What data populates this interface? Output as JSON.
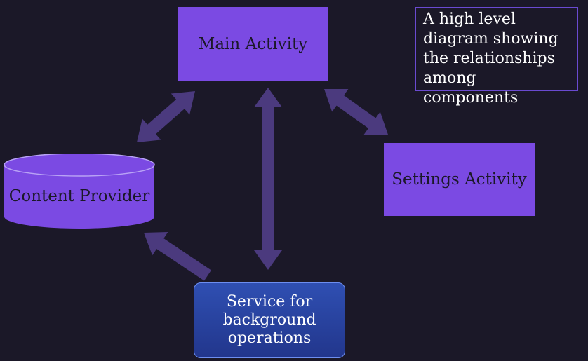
{
  "nodes": {
    "main_activity": "Main Activity",
    "settings_activity": "Settings Activity",
    "content_provider": "Content Provider",
    "service": "Service for background operations"
  },
  "caption": "A high level diagram showing the relationships among components",
  "colors": {
    "background": "#1b1828",
    "activity_fill": "#7b4ae3",
    "arrow_fill": "#4b3a7e",
    "service_fill": "#2a45a5",
    "service_border": "#6d8ef0",
    "caption_border": "#6a4ad0"
  },
  "edges": [
    {
      "from": "main_activity",
      "to": "content_provider",
      "direction": "both"
    },
    {
      "from": "main_activity",
      "to": "service",
      "direction": "both"
    },
    {
      "from": "main_activity",
      "to": "settings_activity",
      "direction": "both"
    },
    {
      "from": "service",
      "to": "content_provider",
      "direction": "single"
    }
  ]
}
